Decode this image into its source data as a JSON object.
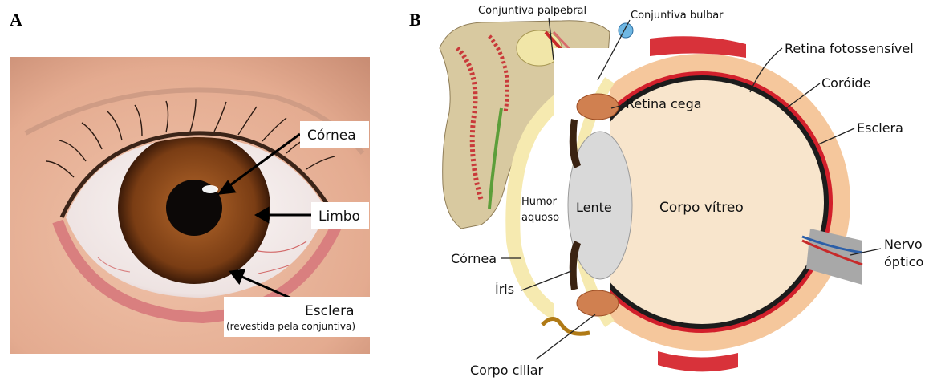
{
  "panel_a": {
    "letter": "A",
    "labels": {
      "cornea": "Córnea",
      "limbo": "Limbo",
      "esclera": "Esclera",
      "esclera_note": "(revestida pela conjuntiva)"
    }
  },
  "panel_b": {
    "letter": "B",
    "labels": {
      "conjuntiva_palpebral": "Conjuntiva palpebral",
      "conjuntiva_bulbar": "Conjuntiva bulbar",
      "retina_fotossensivel": "Retina fotossensível",
      "coroide": "Coróide",
      "retina_cega": "Retina cega",
      "esclera": "Esclera",
      "humor_aquoso_1": "Humor",
      "humor_aquoso_2": "aquoso",
      "lente": "Lente",
      "corpo_vitreo": "Corpo vítreo",
      "nervo_1": "Nervo",
      "nervo_2": "óptico",
      "cornea": "Córnea",
      "iris": "Íris",
      "corpo_ciliar": "Corpo ciliar"
    }
  },
  "colors": {
    "iris": "#8a4a1c",
    "sclera_photo": "#f3eeee",
    "skin": "#e9b89e",
    "vitreous": "#f8e5cc",
    "outer_sclera_layer": "#f5c79c",
    "choroid": "#d21f2b",
    "lens": "#d9d9d9"
  }
}
